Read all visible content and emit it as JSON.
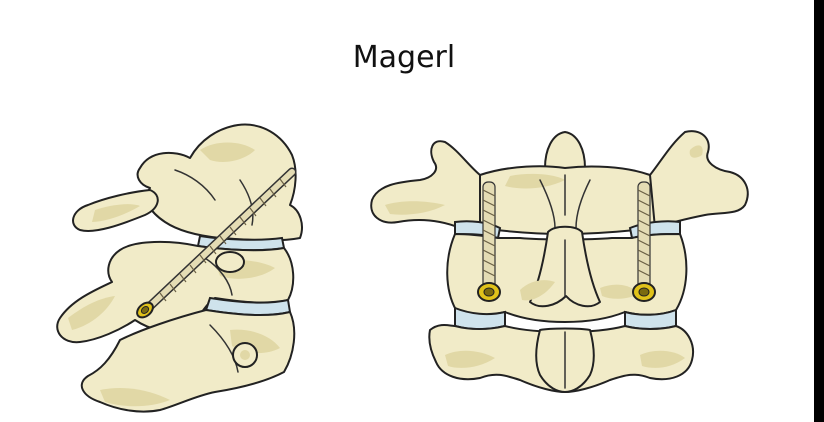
{
  "diagram": {
    "title": "Magerl",
    "views": [
      {
        "view": "lateral",
        "icon": "lateral-cervical-spine-illustration"
      },
      {
        "view": "posterior",
        "icon": "posterior-cervical-spine-illustration"
      }
    ]
  },
  "colors": {
    "bone": "#f1ebc8",
    "bone_shade": "#e1d8a6",
    "disc": "#cfe3ec",
    "screw_head": "#e0c21a",
    "outline": "#222222",
    "right_border": "#000000"
  }
}
